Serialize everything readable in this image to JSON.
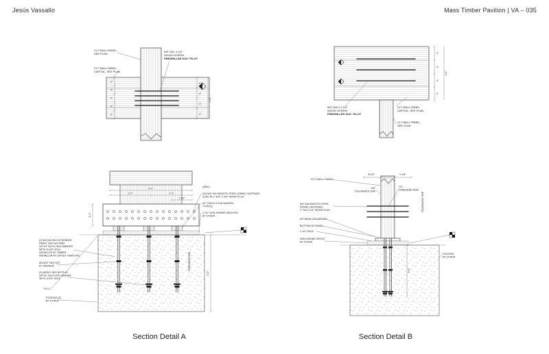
{
  "header": {
    "author": "Jesús Vassallo",
    "title": "Mass Timber Pavilion | VA – 035"
  },
  "captions": {
    "a": "Section Detail A",
    "b": "Section Detail B"
  },
  "ul": {
    "panel1": "CLT WALL PANEL,",
    "panel2": "SEE PLAN",
    "cap1": "CLT WALL PANEL",
    "cap2": "CAPITAL, SEE PLAN",
    "scr1": "5/8\" DIA. 3 1/2\"",
    "scr2": "WOOD SCREW,",
    "scr3": "PREDRILLED 5/16\" PILOT",
    "dims": {
      "d1": "2\"",
      "d2": "4\"",
      "d3": "4\"",
      "d4": "4\"",
      "d5": "2\"",
      "r1": "2\"",
      "r2": "4\"",
      "r3": "4\"",
      "r4": "2\"",
      "h": "1'-0\""
    }
  },
  "ur": {
    "scr1": "5/8\" DIA X 3 1/2\"",
    "scr2": "WOOD SCREW,",
    "scr3": "PREDRILLED 5/16\" PILOT",
    "cap1": "CLT WALL PANEL",
    "cap2": "CAPITAL, SEE PLAN",
    "panel1": "CLT WALL PANEL,",
    "panel2": "SEE PLAN",
    "dims": {
      "d1": "2\"",
      "d2": "4\"",
      "d3": "4\"",
      "d4": "2\"",
      "h": "1'-0\""
    }
  },
  "da": {
    "dim_top1": "4'-0\"",
    "dim_top2a": "1'-9\"",
    "dim_top2b": "1'-9\"",
    "dim_top3": "3 1/2\"",
    "abv": "(ABV)",
    "dowel1": "(24) 5/8\" DIA SMOOTH STEEL DOWEL FASTENER,",
    "dowel2": "GLUE IN 1\" DIA. X 3/4\" WOOD PLUG",
    "wt1": "WT 155X10.5 GALVANIZED,",
    "wt2": "TYPICAL",
    "grout1": "1 1/2\" NON-SHRINK GROUTED",
    "grout2": "BY OTHER",
    "rod1": "(2) 5/8 DIA HDG W/ BONDED",
    "rod2": "HEAVY HEX NUT AND",
    "rod3": "3/4\"X3\" SQ PL HDG WASHER",
    "rod4": "WITH 11/16\" HOLE,",
    "rod5": "INSTALLED BY TIMBER",
    "rod6": "INSTALLER W/ LAYOUT TEMPLATE",
    "adj1": "ADJUST HEX NUT",
    "adj2": "BY WASHER",
    "nut1": "(2) HEAVY HEX NUTS W/",
    "nut2": "3/4\"X3\" SQ PLATE WASHER",
    "nut3": "WITH 11/16\" HOLE",
    "toc": "T.O.C.",
    "foot1": "FOOTING (E)",
    "foot2": "BY OTHER",
    "vdim1": "1'-4\"",
    "vdim2": "2'-0\"",
    "rod_label": "THREADED ROD"
  },
  "db": {
    "panel": "CLT WALL PANEL",
    "dim1": "31/32\"",
    "dim2": "5 1/8\"",
    "tol1": "3/8\"",
    "tol2": "TOLERANCE GAP",
    "rod1": "1/2\"",
    "rod2": "THREADED ROD",
    "tol_r": "TOLERANCE GAP",
    "dowel1": "5/8\" DIA SMOOTH STEEL",
    "dowel2": "DOWEL FASTENER,",
    "dowel3": "1\" DIA X 3/4\" WOOD PLUG",
    "wt": "WT BEAM GALVANIZED",
    "bottom": "BOTTOM OF PANEL",
    "hole": "1 1/2\" HOLE",
    "grout1": "NON-SHRINK GROUT",
    "grout2": "BY OTHER",
    "foot1": "FOOTING",
    "foot2": "BY OTHER",
    "vdim": "2'-0\""
  }
}
